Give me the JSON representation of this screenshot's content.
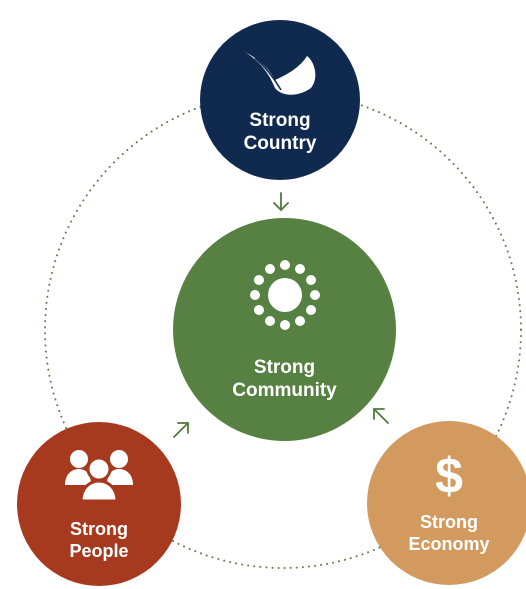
{
  "colors": {
    "country": "#10294f",
    "community": "#568143",
    "people": "#a7391f",
    "economy": "#d29a5e",
    "connector": "#4f7a3a",
    "ring": "#6b7f4f",
    "icon": "#ffffff"
  },
  "nodes": {
    "country": {
      "line1": "Strong",
      "line2": "Country",
      "icon": "leaf-icon"
    },
    "community": {
      "line1": "Strong",
      "line2": "Community",
      "icon": "sun-dots-icon"
    },
    "people": {
      "line1": "Strong",
      "line2": "People",
      "icon": "people-group-icon"
    },
    "economy": {
      "line1": "Strong",
      "line2": "Economy",
      "icon": "dollar-icon",
      "symbol": "$"
    }
  },
  "edges": [
    {
      "from": "country",
      "to": "community",
      "icon": "arrow-down-icon"
    },
    {
      "from": "people",
      "to": "community",
      "icon": "arrow-up-right-icon"
    },
    {
      "from": "economy",
      "to": "community",
      "icon": "arrow-up-left-icon"
    }
  ]
}
